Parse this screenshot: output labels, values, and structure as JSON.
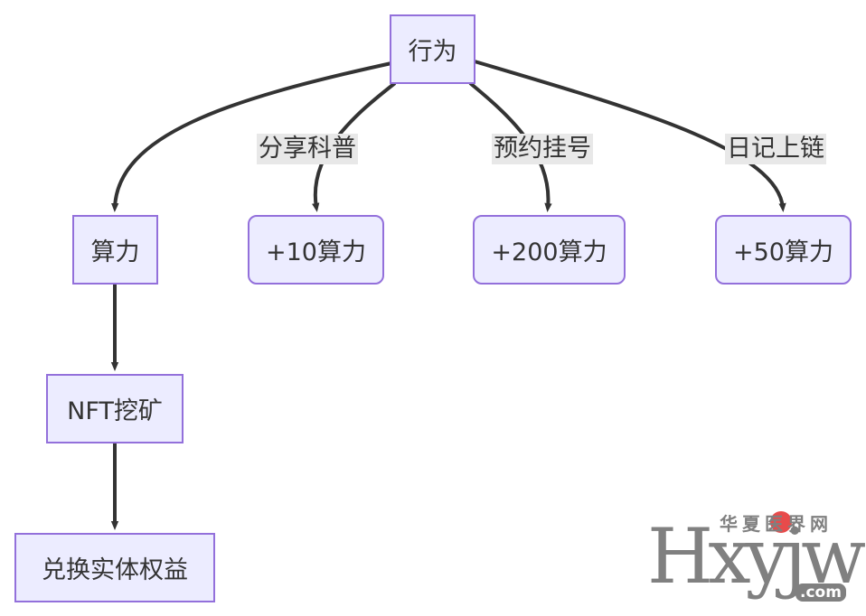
{
  "nodes": {
    "root": "行为",
    "suanli": "算力",
    "plus10": "+10算力",
    "plus200": "+200算力",
    "plus50": "+50算力",
    "nft": "NFT挖矿",
    "exchange": "兑换实体权益"
  },
  "edge_labels": {
    "share": "分享科普",
    "booking": "预约挂号",
    "diary": "日记上链"
  },
  "watermark": {
    "latin": "Hxyjw",
    "cn": "华夏医界网",
    "domain": ".com"
  },
  "colors": {
    "node_fill": "#ececff",
    "node_border": "#9370db",
    "edge": "#333333",
    "label_bg": "#e8e8e8"
  }
}
